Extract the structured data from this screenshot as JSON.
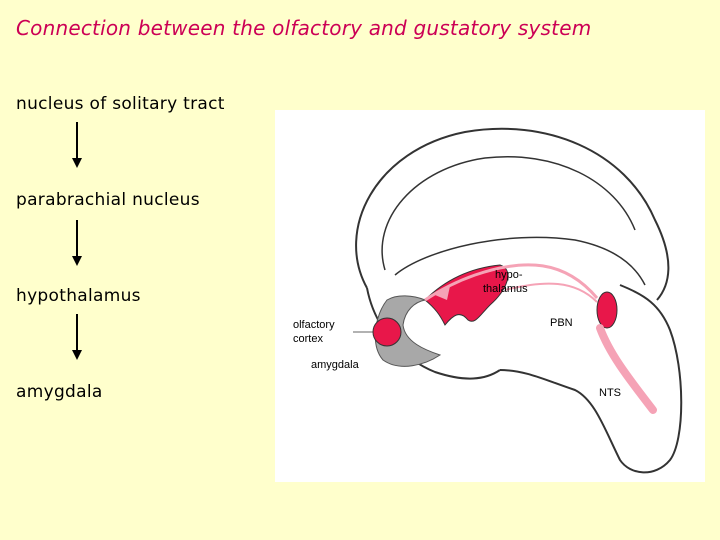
{
  "title": "Connection between the olfactory and gustatory system",
  "pathway": [
    "nucleus of solitary tract",
    "parabrachial nucleus",
    "hypothalamus",
    "amygdala"
  ],
  "figure_labels": {
    "hypothalamus": [
      "hypo-",
      "thalamus"
    ],
    "olfactory_cortex": [
      "olfactory",
      "cortex"
    ],
    "pbn": "PBN",
    "amygdala": "amygdala",
    "nts": "NTS"
  },
  "colors": {
    "title": "#cc0055",
    "background": "#ffffcc",
    "highlight": "#e8174a",
    "pathway_light": "#f5a3b6",
    "gray_region": "#a8a8a8"
  }
}
